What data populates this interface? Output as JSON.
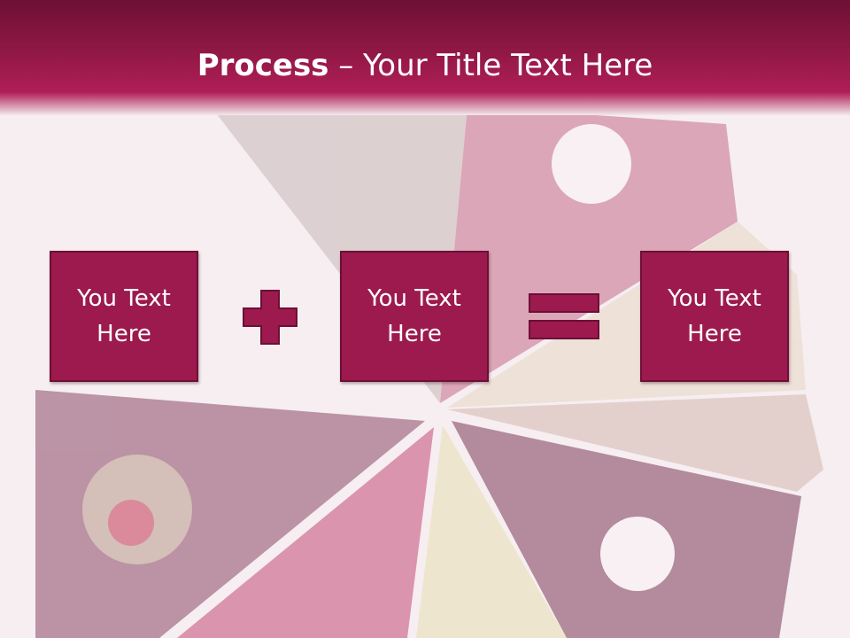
{
  "slide": {
    "title_bold": "Process",
    "title_rest": " – Your Title Text Here",
    "boxes": [
      {
        "text": "You Text Here"
      },
      {
        "text": "You Text Here"
      },
      {
        "text": "You Text Here"
      }
    ],
    "operators": [
      "plus-icon",
      "equals-icon"
    ],
    "colors": {
      "accent": "#9c1a4d",
      "header": "#8c1742",
      "background": "#f6eef1"
    }
  }
}
